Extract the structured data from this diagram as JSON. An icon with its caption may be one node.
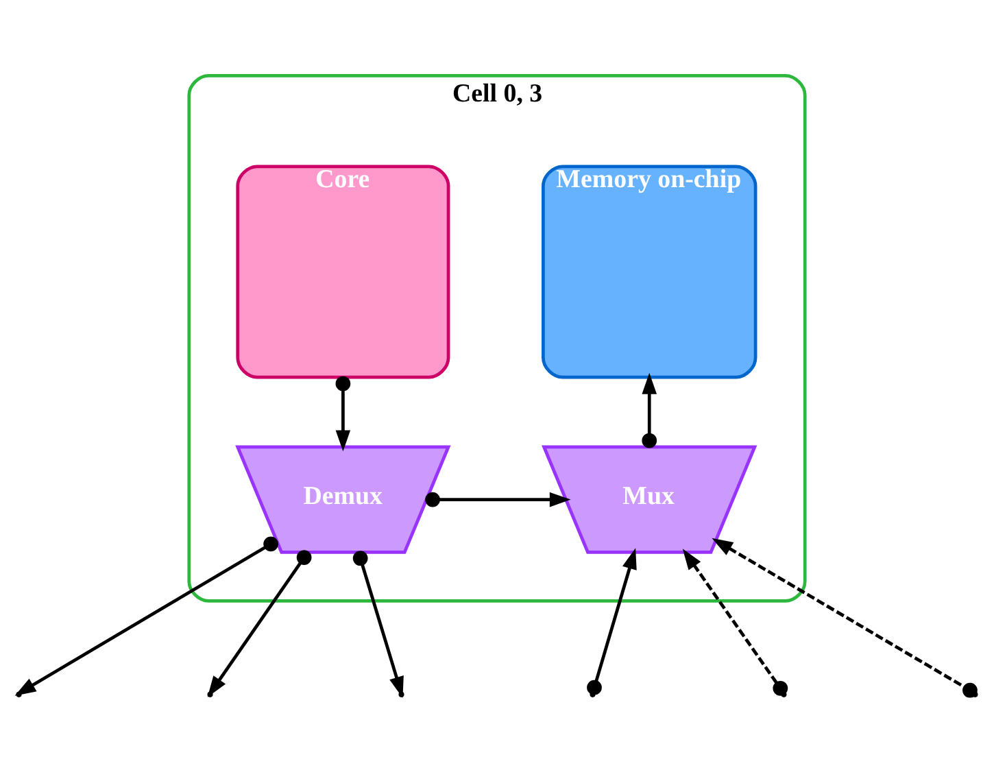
{
  "diagram": {
    "nodes": [
      {
        "text": [
          "Cell 0, 3"
        ]
      },
      {
        "text": [
          "Core"
        ],
        "in": 0
      },
      {
        "text": [
          "Memory on-chip"
        ],
        "in": 0
      },
      {
        "text": [
          "Demux"
        ],
        "in": 0
      },
      {
        "text": [
          "Mux"
        ],
        "in": 0
      }
    ],
    "edges": [
      {
        "from": 1,
        "to": 3,
        "arrow": "to"
      },
      {
        "from": 3,
        "to": null,
        "arrow": "to"
      },
      {
        "from": 3,
        "to": null,
        "arrow": "to"
      },
      {
        "from": 3,
        "to": null,
        "arrow": "to"
      },
      {
        "from": 3,
        "to": 4,
        "arrow": "to"
      },
      {
        "from": 4,
        "to": 2,
        "arrow": "to"
      },
      {
        "from": null,
        "to": 4,
        "arrow": "to",
        "style": "dashed"
      },
      {
        "from": null,
        "to": 4,
        "arrow": "to",
        "style": "dashed"
      },
      {
        "from": null,
        "to": 4,
        "arrow": "to"
      }
    ]
  }
}
